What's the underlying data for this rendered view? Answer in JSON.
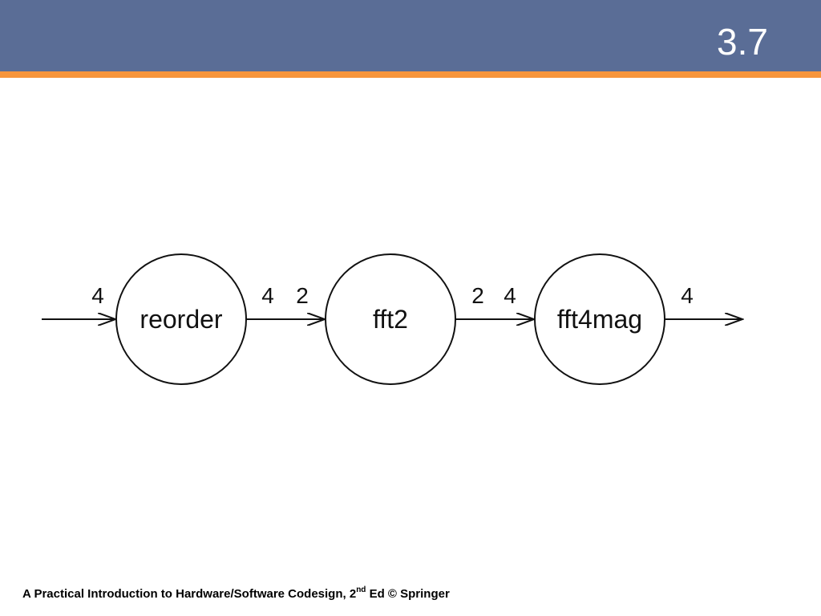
{
  "header": {
    "slide_number": "3.7",
    "colors": {
      "bar": "#5a6d96",
      "stripe": "#f7953b"
    }
  },
  "diagram": {
    "nodes": [
      {
        "id": "reorder",
        "label": "reorder"
      },
      {
        "id": "fft2",
        "label": "fft2"
      },
      {
        "id": "fft4mag",
        "label": "fft4mag"
      }
    ],
    "edges": [
      {
        "from": "",
        "to": "reorder",
        "consume": "4"
      },
      {
        "from": "reorder",
        "to": "fft2",
        "produce": "4",
        "consume": "2"
      },
      {
        "from": "fft2",
        "to": "fft4mag",
        "produce": "2",
        "consume": "4"
      },
      {
        "from": "fft4mag",
        "to": "",
        "produce": "4"
      }
    ]
  },
  "footer": {
    "text_before": "A Practical Introduction to Hardware/Software Codesign, 2",
    "superscript": "nd",
    "text_after": " Ed © Springer"
  }
}
